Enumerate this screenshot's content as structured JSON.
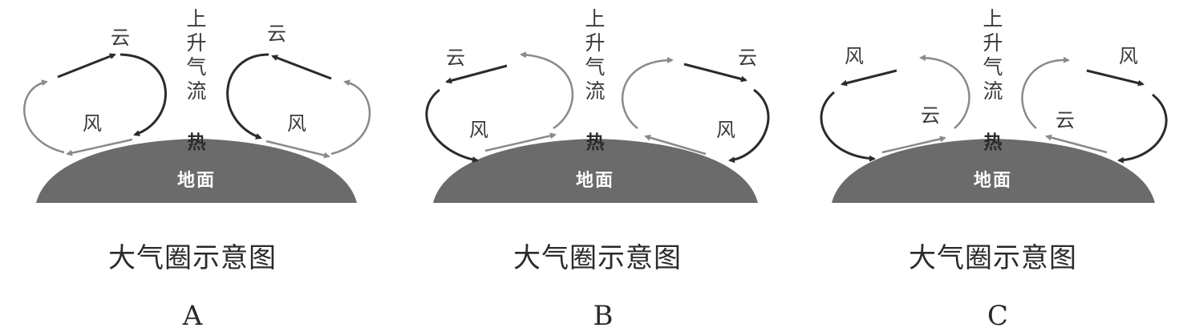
{
  "shared": {
    "rising_air": [
      "上",
      "升",
      "气",
      "流"
    ],
    "heat": "热",
    "ground": "地面",
    "caption": "大气圈示意图"
  },
  "panels": [
    {
      "option": "A",
      "upper_label": "云",
      "lower_label": "风"
    },
    {
      "option": "B",
      "upper_label": "云",
      "lower_label": "风"
    },
    {
      "option": "C",
      "upper_label": "风",
      "lower_label": "云"
    }
  ],
  "colors": {
    "ground": "#6b6b6b",
    "arrow_dark": "#2b2b2b",
    "arrow_gray": "#8a8a8a"
  }
}
